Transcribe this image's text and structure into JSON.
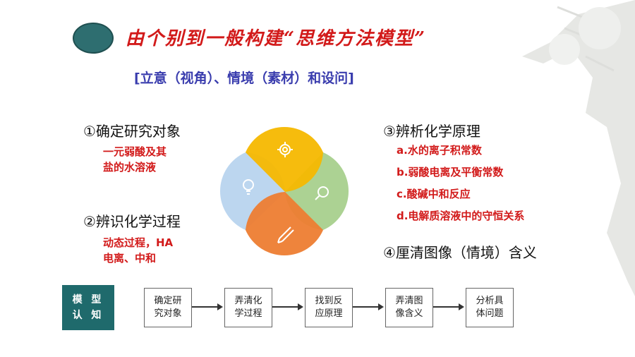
{
  "title": "由个别到一般构建“思维方法模型”",
  "subtitle": "[立意（视角）、情境（素材）和设问]",
  "steps": {
    "step1": {
      "head": "①确定研究对象",
      "note_line1": "一元弱酸及其",
      "note_line2": "盐的水溶液"
    },
    "step2": {
      "head": "②辨识化学过程",
      "note_line1": "动态过程，HA",
      "note_line2": "电离、中和"
    },
    "step3": {
      "head": "③辨析化学原理",
      "items": [
        "a.水的离子积常数",
        "b.弱酸电离及平衡常数",
        "c.酸碱中和反应",
        "d.电解质溶液中的守恒关系"
      ]
    },
    "step4": {
      "head": "④厘清图像（情境）含义"
    }
  },
  "diagram": {
    "icons": [
      "gear-icon",
      "lightbulb-icon",
      "magnifier-icon",
      "pencil-icon"
    ],
    "colors": {
      "yellow": "#f5b800",
      "blue": "#b8d4ee",
      "green": "#a8d08d",
      "orange": "#ed7d31"
    }
  },
  "flow": {
    "model_label_line1": "模 型",
    "model_label_line2": "认 知",
    "boxes": [
      {
        "line1": "确定研",
        "line2": "究对象"
      },
      {
        "line1": "弄清化",
        "line2": "学过程"
      },
      {
        "line1": "找到反",
        "line2": "应原理"
      },
      {
        "line1": "弄清图",
        "line2": "像含义"
      },
      {
        "line1": "分析具",
        "line2": "体问题"
      }
    ]
  }
}
